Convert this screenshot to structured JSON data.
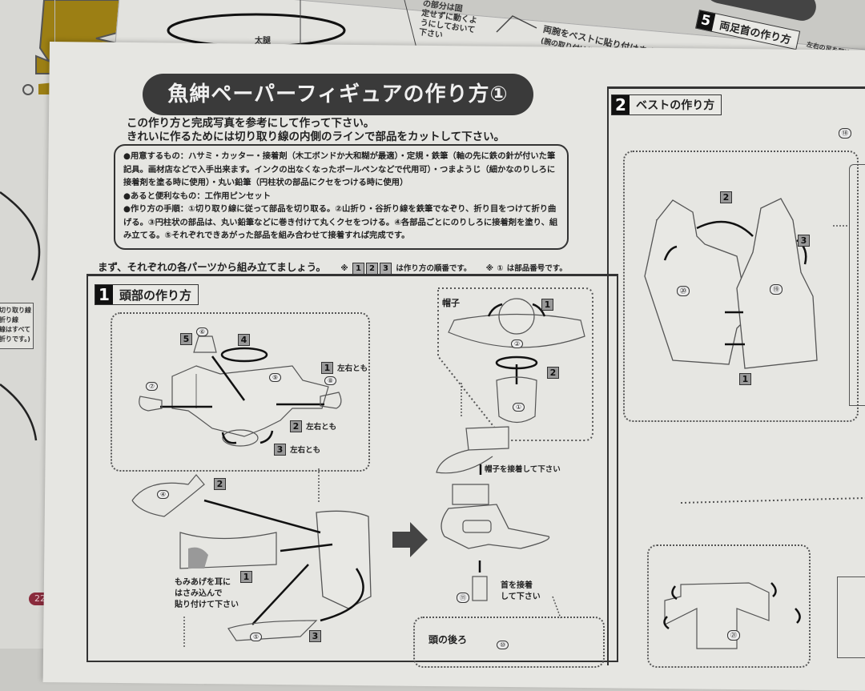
{
  "background_sheets": {
    "top_fragment_notes": [
      "の部分は固",
      "定せずに動くよ",
      "うにしておいて",
      "下さい"
    ],
    "top_fragment_label": "太腿",
    "top_right_instruction": "両腕をベストに貼り付けます",
    "top_right_instruction_sub": "(腕の取り付け位置の目安…",
    "section5": {
      "number": "5",
      "title": "両足首の作り方",
      "note": "左右の足を間違…"
    },
    "left_legend": [
      "切り取り線",
      "折り線",
      "線はすべて",
      "折りです。)"
    ],
    "page_number_badge": "22"
  },
  "header": {
    "title": "魚紳ペーパーフィギュアの作り方①",
    "intro_lines": [
      "この作り方と完成写真を参考にして作って下さい。",
      "きれいに作るためには切り取り線の内側のラインで部品をカットして下さい。"
    ]
  },
  "materials_box": {
    "needed": "●用意するもの：ハサミ・カッター・接着剤（木工ボンドか大和糊が最適）・定規・鉄筆（軸の先に鉄の針が付いた筆記具。画材店などで入手出来ます。インクの出なくなったボールペンなどで代用可）・つまようじ（細かなのりしろに接着剤を塗る時に使用）・丸い鉛筆（円柱状の部品にクセをつける時に使用）",
    "handy": "●あると便利なもの：工作用ピンセット",
    "steps": "●作り方の手順：①切り取り線に従って部品を切り取る。②山折り・谷折り線を鉄筆でなぞり、折り目をつけて折り曲げる。③円柱状の部品は、丸い鉛筆などに巻き付けて丸くクセをつける。④各部品ごとにのりしろに接着剤を塗り、組み立てる。⑤それぞれできあがった部品を組み合わせて接着すれば完成です。"
  },
  "subline": {
    "text": "まず、それぞれの各パーツから組み立てましょう。",
    "note1_prefix": "※",
    "order_nums": [
      "1",
      "2",
      "3"
    ],
    "note1_suffix": "は作り方の順番です。",
    "note2_prefix": "※",
    "note2_symbol": "①",
    "note2_suffix": "は部品番号です。"
  },
  "section1": {
    "number": "1",
    "title": "頭部の作り方",
    "face_box": {
      "steps": [
        {
          "num": "5",
          "label": ""
        },
        {
          "num": "4",
          "label": ""
        },
        {
          "num": "1",
          "label": "左右とも"
        },
        {
          "num": "2",
          "label": "左右とも"
        },
        {
          "num": "3",
          "label": "左右とも"
        }
      ],
      "parts": [
        "⑥",
        "⑦",
        "⑧",
        "⑨"
      ]
    },
    "hat_box": {
      "title": "帽子",
      "steps": [
        "1",
        "2"
      ],
      "parts": [
        "②",
        "①"
      ]
    },
    "hat_note": "帽子を接着して下さい",
    "neck_note": [
      "首を接着",
      "して下さい"
    ],
    "neck_part": "⑪",
    "assembly": {
      "steps": [
        "2",
        "1",
        "3"
      ],
      "parts": [
        "④",
        "⑤"
      ],
      "sideburn_note": [
        "もみあげを耳に",
        "はさみ込んで",
        "貼り付けて下さい"
      ]
    },
    "back_of_head": {
      "title": "頭の後ろ",
      "part": "⑩"
    }
  },
  "section2": {
    "number": "2",
    "title": "ベストの作り方",
    "steps": [
      "2",
      "3",
      "1"
    ],
    "parts": [
      "⑳",
      "⑲",
      "⑱",
      "㉑"
    ]
  },
  "colors": {
    "paper": "#e6e6e2",
    "title_pill": "#3a3a3a",
    "ink": "#222222",
    "tag_gray": "#999999",
    "mustard": "#9c7f14",
    "badge": "#8a2b3c"
  }
}
